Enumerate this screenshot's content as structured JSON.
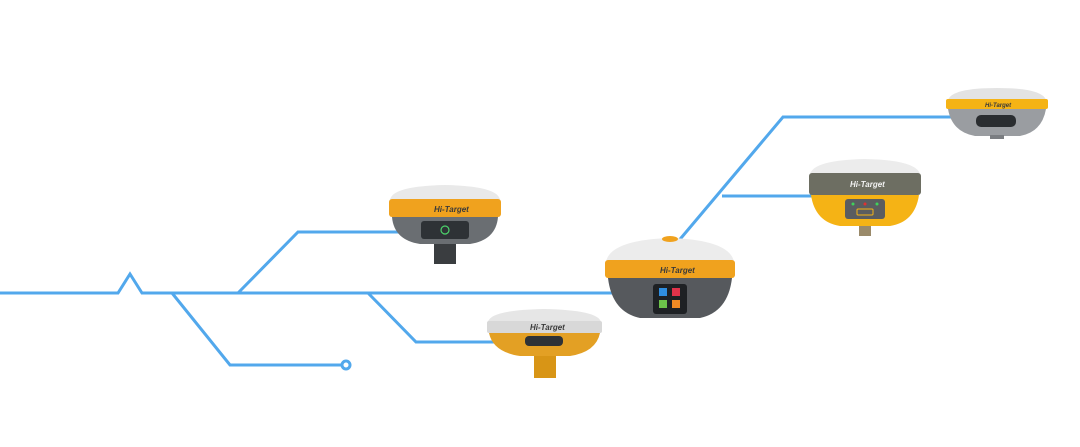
{
  "brand": {
    "logo_text": "Hi-Target"
  },
  "colors": {
    "line": "#52a8ec",
    "orange": "#f0a21e",
    "yellow": "#f5b315",
    "grey": "#5b5f63",
    "white": "#eeeeee"
  },
  "devices": [
    {
      "name": "receiver-small-orange"
    },
    {
      "name": "receiver-low-profile"
    },
    {
      "name": "receiver-touchscreen"
    },
    {
      "name": "receiver-yellow-classic"
    },
    {
      "name": "receiver-top-right"
    }
  ]
}
